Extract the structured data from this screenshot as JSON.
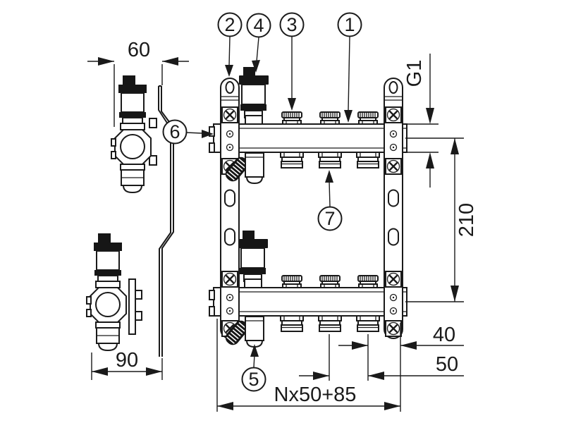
{
  "drawing": {
    "callouts": {
      "c1": "1",
      "c2": "2",
      "c3": "3",
      "c4": "4",
      "c5": "5",
      "c6": "6",
      "c7": "7"
    },
    "dims": {
      "depth_top": "60",
      "depth_bottom": "90",
      "height": "210",
      "thread": "G1",
      "end_offset": "40",
      "spacing": "50",
      "length_formula": "Nx50+85"
    },
    "colors": {
      "line": "#1a1a1a",
      "dark": "#161616",
      "background": "#ffffff"
    }
  }
}
